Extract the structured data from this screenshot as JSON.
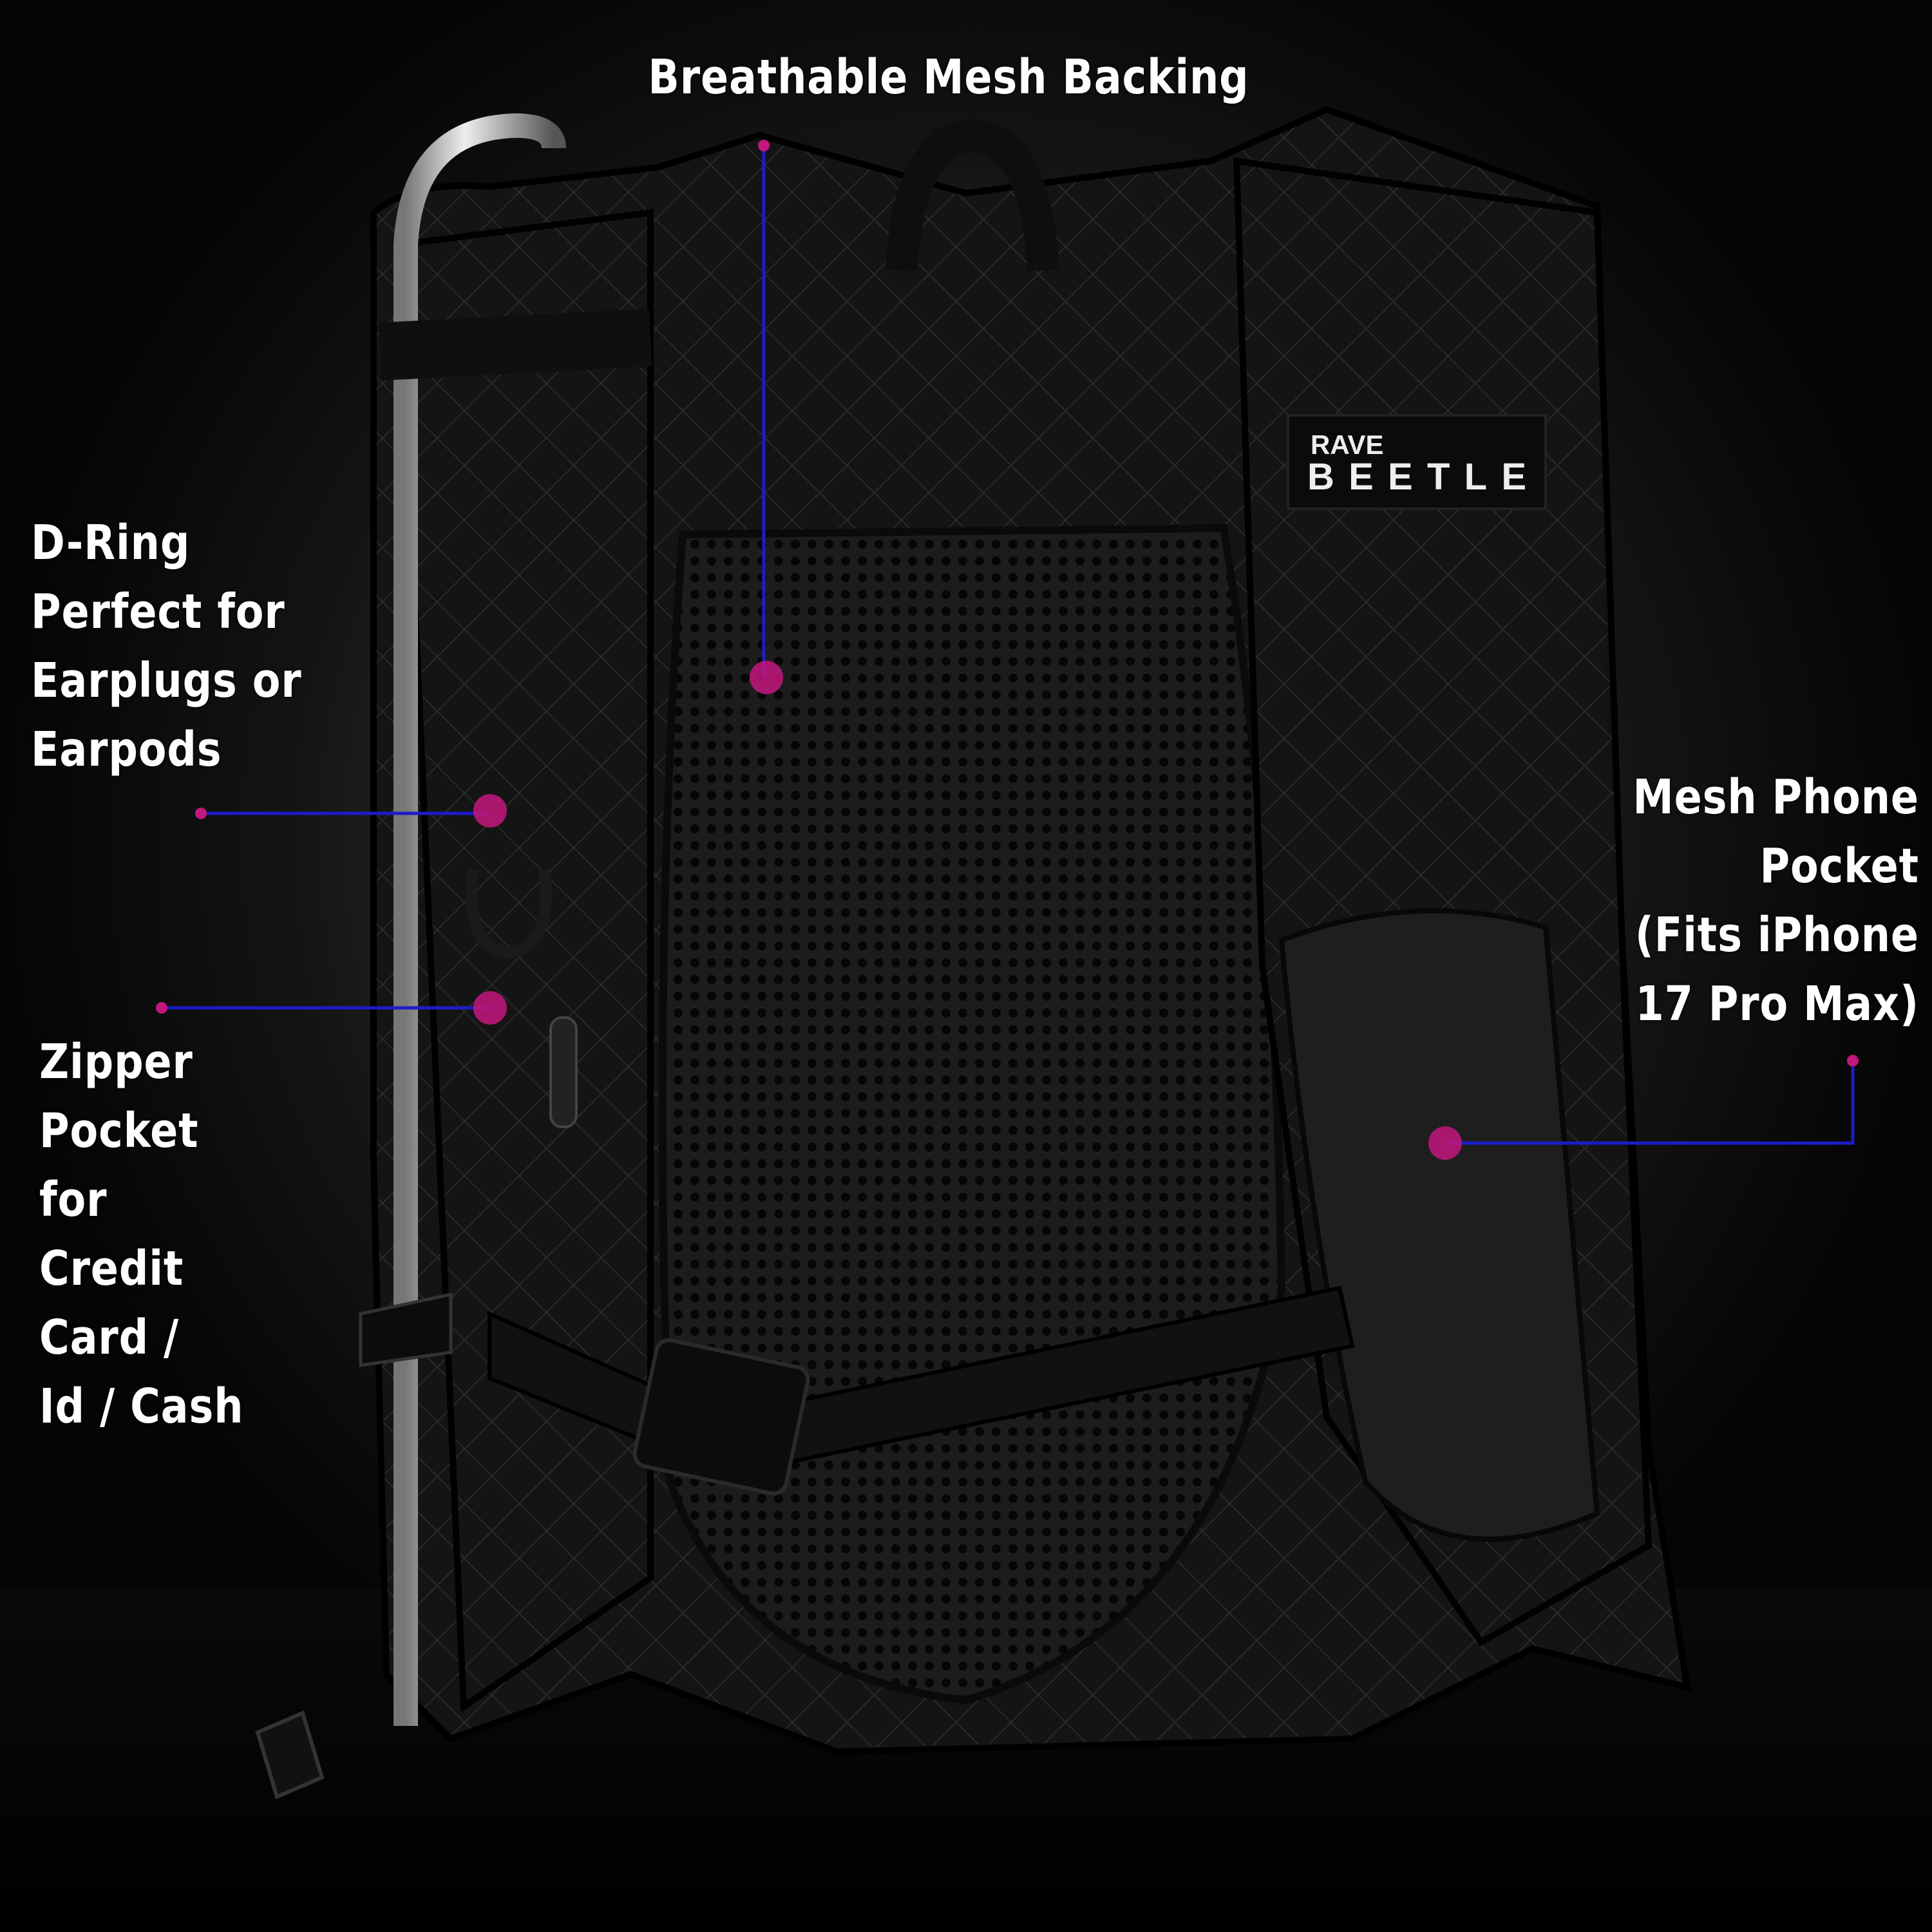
{
  "callouts": {
    "breathable": {
      "lines": [
        "Breathable Mesh Backing"
      ]
    },
    "dring": {
      "lines": [
        "D-Ring",
        "Perfect for",
        "Earplugs or",
        "Earpods"
      ]
    },
    "zipper": {
      "lines": [
        "Zipper",
        "Pocket",
        "for",
        "Credit",
        "Card /",
        "Id / Cash"
      ]
    },
    "phone": {
      "lines": [
        "Mesh Phone",
        "Pocket",
        "(Fits iPhone",
        "17 Pro Max)"
      ]
    }
  },
  "brand_label": {
    "line1": "RAVE",
    "line2": "BEETLE"
  },
  "colors": {
    "leader_line": "#1c1cc8",
    "dot": "#c2177c",
    "text": "#ffffff"
  }
}
